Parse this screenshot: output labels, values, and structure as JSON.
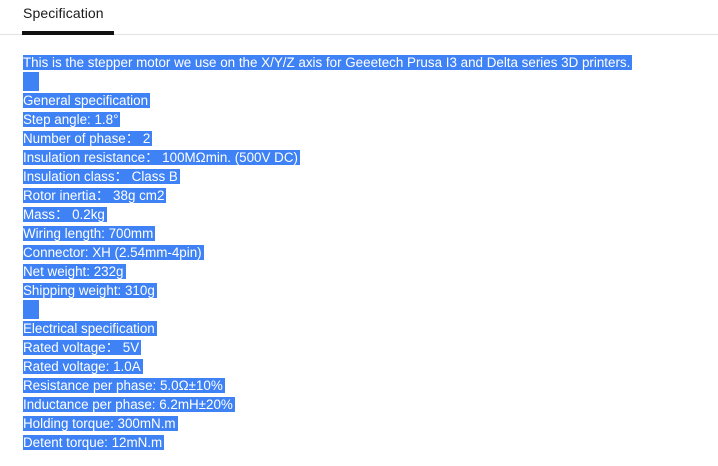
{
  "tabs": {
    "active_label": "Specification"
  },
  "description": {
    "intro": "This is the stepper motor we use on the X/Y/Z axis for Geeetech Prusa I3 and Delta series 3D printers.",
    "general_heading": "General specification",
    "general_lines": [
      "Step angle: 1.8°",
      "Number of phase：  2",
      "Insulation resistance：  100MΩmin. (500V DC)",
      "Insulation class：  Class B",
      "Rotor inertia：  38g cm2",
      "Mass：  0.2kg",
      "Wiring length: 700mm",
      "Connector: XH (2.54mm-4pin)",
      "Net weight: 232g",
      "Shipping weight: 310g"
    ],
    "electrical_heading": "Electrical specification",
    "electrical_lines": [
      "Rated voltage：  5V",
      "Rated voltage: 1.0A",
      "Resistance per phase: 5.0Ω±10%",
      "Inductance per phase: 6.2mH±20%",
      "Holding torque: 300mN.m",
      "Detent torque: 12mN.m"
    ]
  },
  "colors": {
    "selection": "#3f82f5",
    "tab_underline": "#111111"
  }
}
